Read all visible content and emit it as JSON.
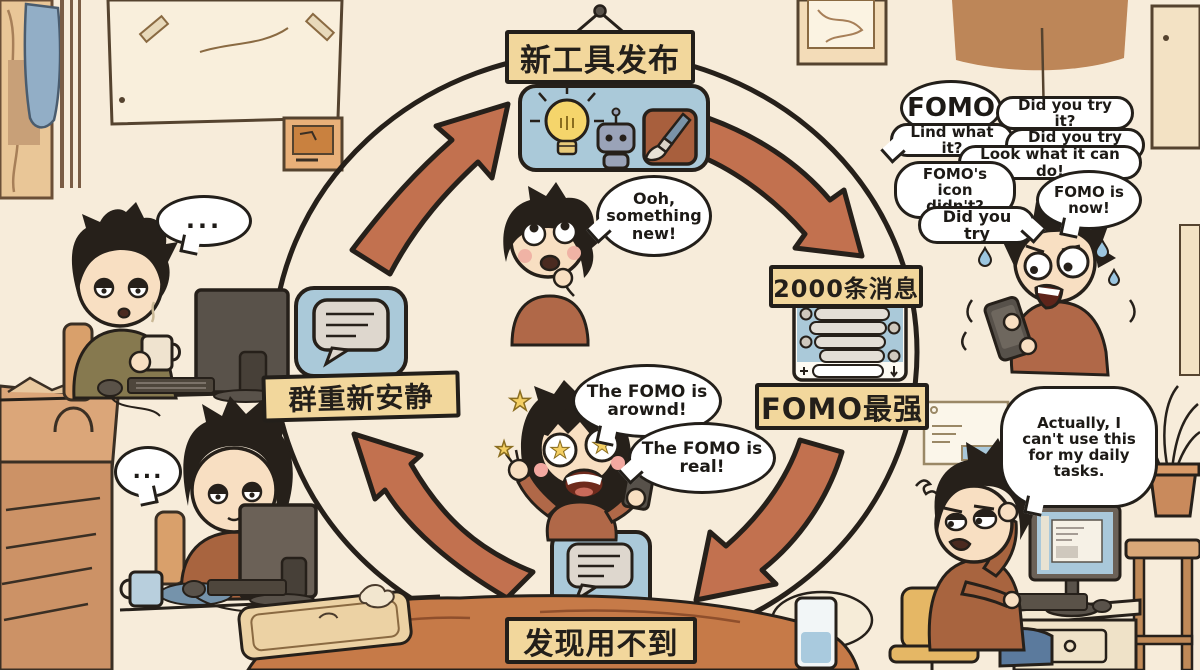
{
  "scene": {
    "background": "#f7ecda",
    "arrow_color": "#c2714f",
    "sign_color": "#f2d79c",
    "panel_blue": "#aac9d9",
    "outline": "#231f1a"
  },
  "signs": {
    "new_tool": "新工具发布",
    "messages_2000": "2000条消息",
    "fomo_strongest": "FOMO最强",
    "not_useful": "发现用不到",
    "group_quiet": "群重新安静"
  },
  "bubbles": {
    "dots_top_left": "...",
    "ooh": "Ooh, something new!",
    "fomo_big": "FOMO",
    "did_you_try_1": "Did you try it?",
    "lind_what_it": "Lind what it?",
    "did_you_try_2": "Did you try it?",
    "look_what": "Look what it can do!",
    "fomos_icon": "FOMO's icon didn't?",
    "fomo_is_now": "FOMO is now!",
    "did_you_try_3": "Did you try",
    "fomo_around": "The FOMO is arownd!",
    "fomo_real": "The FOMO is real!",
    "dots_bottom_left": "...",
    "actually": "Actually, I can't use this for my daily tasks."
  },
  "icons": {
    "top_panel": [
      "lightbulb-icon",
      "robot-icon",
      "paintbrush-icon"
    ],
    "left_panel": "chat-bubble-icon",
    "bottom_panel": "chat-bubble-icon",
    "right_panel": "chat-app-screenshot"
  },
  "stars": "★"
}
